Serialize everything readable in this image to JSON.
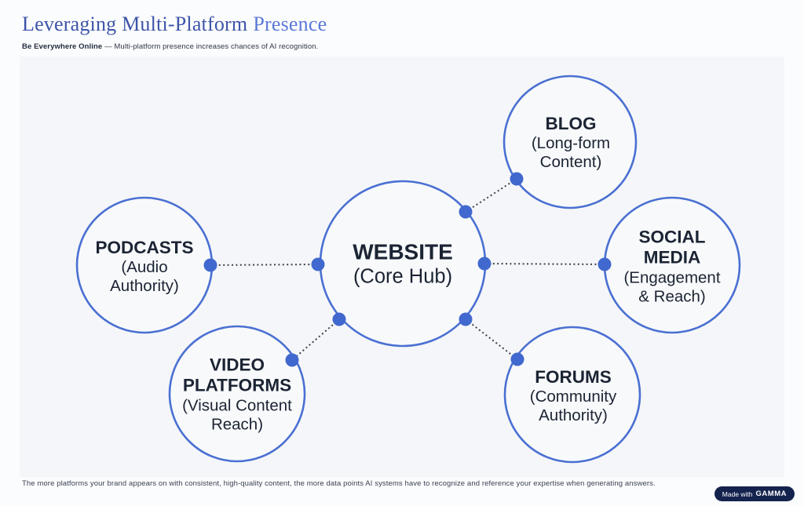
{
  "header": {
    "title_main": "Leveraging Multi-Platform",
    "title_accent": "Presence",
    "subtitle_bold": "Be Everywhere Online",
    "subtitle_rest": "— Multi-platform presence increases chances of AI recognition."
  },
  "diagram": {
    "type": "hub-and-spoke",
    "hub": {
      "id": "website",
      "label": "WEBSITE",
      "sublabel": "(Core Hub)"
    },
    "nodes": [
      {
        "id": "blog",
        "label": "BLOG",
        "sublabel": "(Long-form Content)"
      },
      {
        "id": "social-media",
        "label": "SOCIAL MEDIA",
        "sublabel": "(Engagement & Reach)"
      },
      {
        "id": "podcasts",
        "label": "PODCASTS",
        "sublabel": "(Audio Authority)"
      },
      {
        "id": "video-platforms",
        "label": "VIDEO PLATFORMS",
        "sublabel": "(Visual Content Reach)"
      },
      {
        "id": "forums",
        "label": "FORUMS",
        "sublabel": "(Community Authority)"
      }
    ],
    "connections": [
      {
        "from": "website",
        "to": "blog"
      },
      {
        "from": "website",
        "to": "social-media"
      },
      {
        "from": "website",
        "to": "podcasts"
      },
      {
        "from": "website",
        "to": "video-platforms"
      },
      {
        "from": "website",
        "to": "forums"
      }
    ]
  },
  "footer": {
    "note": "The more platforms your brand appears on with consistent, high-quality content, the more data points AI systems have to recognize and reference your expertise when generating answers.",
    "badge_prefix": "Made with",
    "badge_brand": "GAMMA"
  },
  "colors": {
    "title_blue": "#3D55A9",
    "title_accent_blue": "#5B79D9",
    "circle_stroke": "#4A70D2",
    "circle_fill": "#F8F9FB",
    "connection_dot": "#4168CE",
    "connector_line": "#3B4049",
    "node_text": "#1B2433",
    "badge_bg": "#14234E"
  }
}
